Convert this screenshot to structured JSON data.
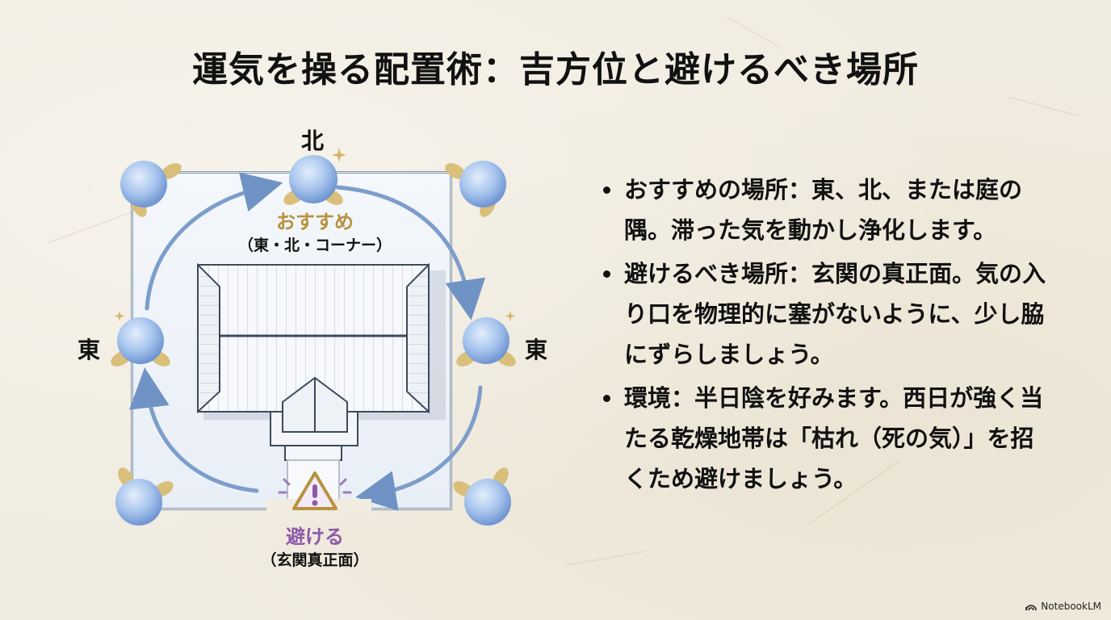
{
  "slide": {
    "title": "運気を操る配置術：吉方位と避けるべき場所"
  },
  "diagram": {
    "directions": {
      "north": "北",
      "east_left": "東",
      "east_right": "東"
    },
    "recommended": {
      "label": "おすすめ",
      "sublabel": "（東・北・コーナー）",
      "color": "#b8923e"
    },
    "avoid": {
      "label": "避ける",
      "sublabel": "（玄関真正面）",
      "color": "#8e5aa8"
    },
    "icons": {
      "plant": "hydrangea-icon",
      "warning": "warning-triangle-icon",
      "sparkle": "sparkle-icon",
      "flow": "flow-arrow-icon"
    },
    "colors": {
      "hydrangea": "#8fb3e6",
      "leaf": "#d9bf7a",
      "arrow": "#6f93c4",
      "wall": "#8294ab"
    }
  },
  "bullets": [
    {
      "text": "おすすめの場所：東、北、または庭の隅。滞った気を動かし浄化します。"
    },
    {
      "text": "避けるべき場所：玄関の真正面。気の入り口を物理的に塞がないように、少し脇にずらしましょう。"
    },
    {
      "text": "環境：半日陰を好みます。西日が強く当たる乾燥地帯は「枯れ（死の気）」を招くため避けましょう。"
    }
  ],
  "footer": {
    "brand": "NotebookLM"
  }
}
